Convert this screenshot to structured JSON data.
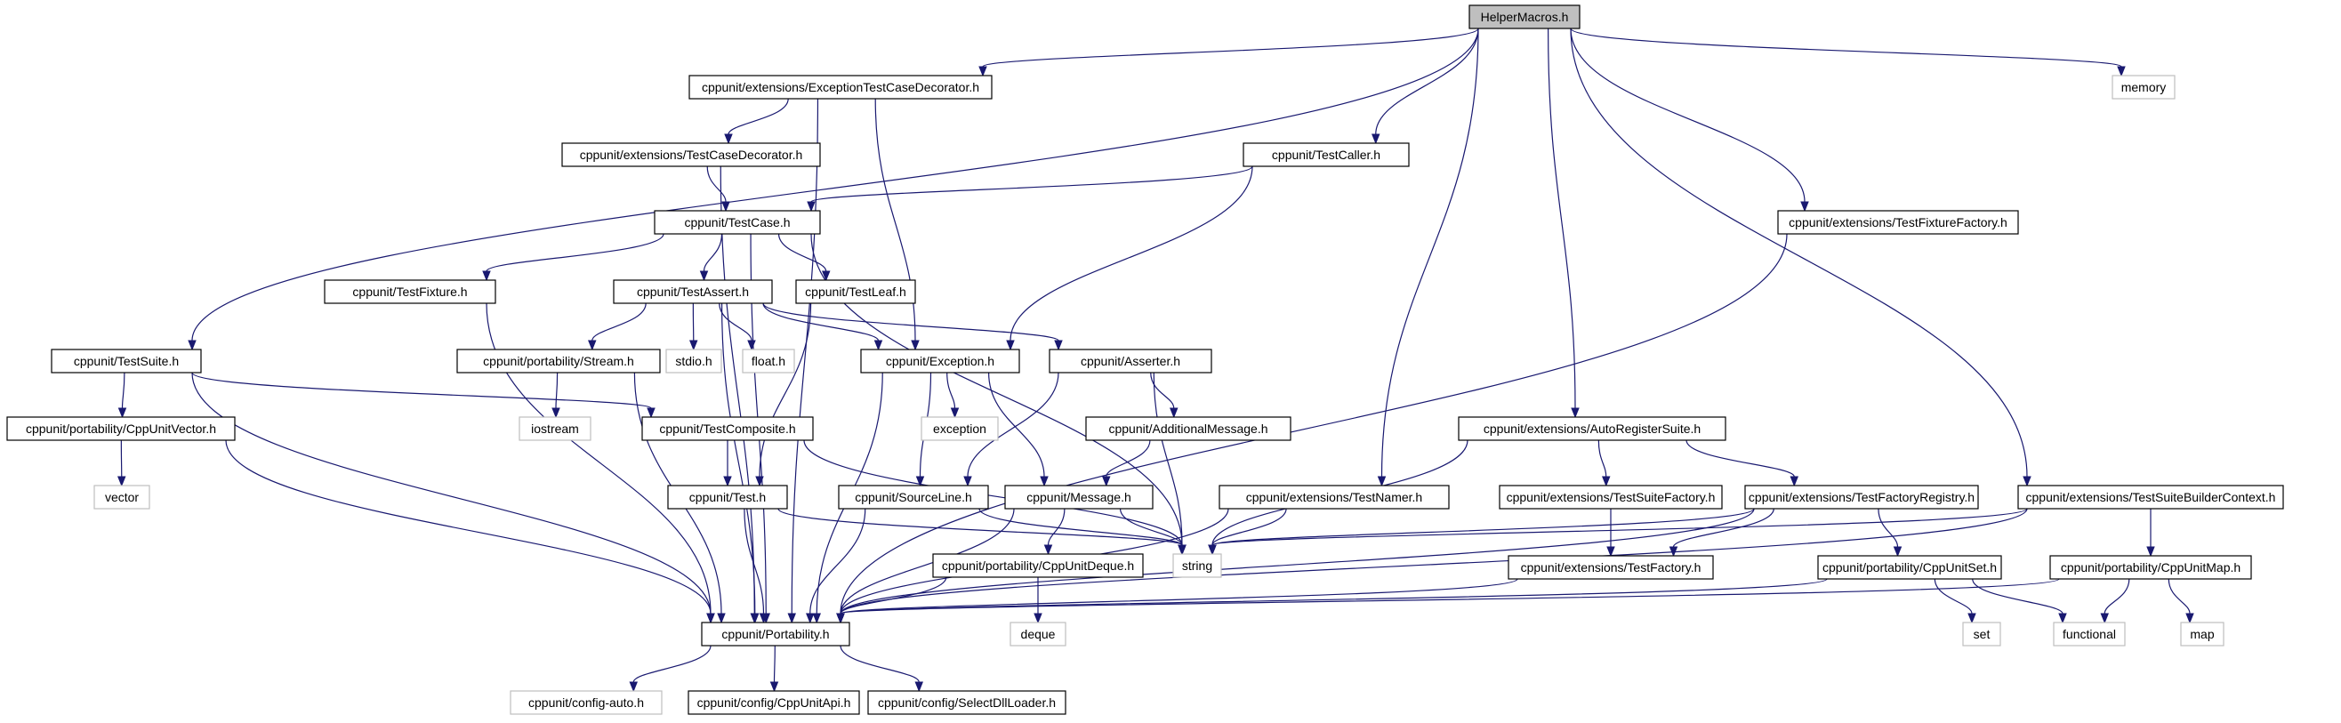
{
  "graph": {
    "colors": {
      "edge": "#191970",
      "node_border": "#000000",
      "external_border": "#bfbfbf",
      "root_fill": "#bfbfbf"
    },
    "nodes": [
      {
        "id": "n0",
        "label": "HelperMacros.h",
        "kind": "root"
      },
      {
        "id": "n1",
        "label": "cppunit/extensions/ExceptionTestCaseDecorator.h"
      },
      {
        "id": "n2",
        "label": "memory",
        "kind": "external"
      },
      {
        "id": "n3",
        "label": "cppunit/extensions/TestCaseDecorator.h"
      },
      {
        "id": "n4",
        "label": "cppunit/TestCaller.h"
      },
      {
        "id": "n5",
        "label": "cppunit/TestCase.h"
      },
      {
        "id": "n6",
        "label": "cppunit/extensions/TestFixtureFactory.h"
      },
      {
        "id": "n7",
        "label": "cppunit/TestFixture.h"
      },
      {
        "id": "n8",
        "label": "cppunit/TestAssert.h"
      },
      {
        "id": "n9",
        "label": "cppunit/TestLeaf.h"
      },
      {
        "id": "n10",
        "label": "cppunit/TestSuite.h"
      },
      {
        "id": "n11",
        "label": "cppunit/portability/Stream.h"
      },
      {
        "id": "n12",
        "label": "stdio.h",
        "kind": "external"
      },
      {
        "id": "n13",
        "label": "float.h",
        "kind": "external"
      },
      {
        "id": "n14",
        "label": "cppunit/Exception.h"
      },
      {
        "id": "n15",
        "label": "cppunit/Asserter.h"
      },
      {
        "id": "n16",
        "label": "cppunit/portability/CppUnitVector.h"
      },
      {
        "id": "n17",
        "label": "iostream",
        "kind": "external"
      },
      {
        "id": "n18",
        "label": "cppunit/TestComposite.h"
      },
      {
        "id": "n19",
        "label": "exception",
        "kind": "external"
      },
      {
        "id": "n20",
        "label": "cppunit/AdditionalMessage.h"
      },
      {
        "id": "n21",
        "label": "cppunit/extensions/AutoRegisterSuite.h"
      },
      {
        "id": "n22",
        "label": "vector",
        "kind": "external"
      },
      {
        "id": "n23",
        "label": "cppunit/Test.h"
      },
      {
        "id": "n24",
        "label": "cppunit/SourceLine.h"
      },
      {
        "id": "n25",
        "label": "cppunit/Message.h"
      },
      {
        "id": "n26",
        "label": "cppunit/extensions/TestNamer.h"
      },
      {
        "id": "n27",
        "label": "cppunit/extensions/TestSuiteFactory.h"
      },
      {
        "id": "n28",
        "label": "cppunit/extensions/TestFactoryRegistry.h"
      },
      {
        "id": "n29",
        "label": "cppunit/extensions/TestSuiteBuilderContext.h"
      },
      {
        "id": "n30",
        "label": "string",
        "kind": "external"
      },
      {
        "id": "n31",
        "label": "cppunit/portability/CppUnitDeque.h"
      },
      {
        "id": "n32",
        "label": "cppunit/extensions/TestFactory.h"
      },
      {
        "id": "n33",
        "label": "cppunit/portability/CppUnitSet.h"
      },
      {
        "id": "n34",
        "label": "cppunit/portability/CppUnitMap.h"
      },
      {
        "id": "n35",
        "label": "cppunit/Portability.h"
      },
      {
        "id": "n36",
        "label": "deque",
        "kind": "external"
      },
      {
        "id": "n37",
        "label": "set",
        "kind": "external"
      },
      {
        "id": "n38",
        "label": "functional",
        "kind": "external"
      },
      {
        "id": "n39",
        "label": "map",
        "kind": "external"
      },
      {
        "id": "n40",
        "label": "cppunit/config-auto.h",
        "kind": "external"
      },
      {
        "id": "n41",
        "label": "cppunit/config/CppUnitApi.h"
      },
      {
        "id": "n42",
        "label": "cppunit/config/SelectDllLoader.h"
      }
    ],
    "edges": [
      [
        "n0",
        "n1"
      ],
      [
        "n0",
        "n2"
      ],
      [
        "n0",
        "n4"
      ],
      [
        "n0",
        "n6"
      ],
      [
        "n0",
        "n10"
      ],
      [
        "n0",
        "n21"
      ],
      [
        "n0",
        "n26"
      ],
      [
        "n0",
        "n29"
      ],
      [
        "n1",
        "n3"
      ],
      [
        "n1",
        "n14"
      ],
      [
        "n1",
        "n35"
      ],
      [
        "n3",
        "n5"
      ],
      [
        "n3",
        "n35"
      ],
      [
        "n4",
        "n5"
      ],
      [
        "n4",
        "n14"
      ],
      [
        "n5",
        "n7"
      ],
      [
        "n5",
        "n8"
      ],
      [
        "n5",
        "n9"
      ],
      [
        "n5",
        "n30"
      ],
      [
        "n5",
        "n35"
      ],
      [
        "n6",
        "n35"
      ],
      [
        "n7",
        "n35"
      ],
      [
        "n8",
        "n11"
      ],
      [
        "n8",
        "n12"
      ],
      [
        "n8",
        "n13"
      ],
      [
        "n8",
        "n14"
      ],
      [
        "n8",
        "n15"
      ],
      [
        "n8",
        "n35"
      ],
      [
        "n9",
        "n23"
      ],
      [
        "n10",
        "n16"
      ],
      [
        "n10",
        "n18"
      ],
      [
        "n10",
        "n35"
      ],
      [
        "n11",
        "n17"
      ],
      [
        "n11",
        "n35"
      ],
      [
        "n14",
        "n19"
      ],
      [
        "n14",
        "n24"
      ],
      [
        "n14",
        "n25"
      ],
      [
        "n14",
        "n35"
      ],
      [
        "n15",
        "n20"
      ],
      [
        "n15",
        "n24"
      ],
      [
        "n15",
        "n30"
      ],
      [
        "n16",
        "n22"
      ],
      [
        "n16",
        "n35"
      ],
      [
        "n18",
        "n23"
      ],
      [
        "n18",
        "n30"
      ],
      [
        "n20",
        "n25"
      ],
      [
        "n21",
        "n27"
      ],
      [
        "n21",
        "n28"
      ],
      [
        "n21",
        "n30"
      ],
      [
        "n23",
        "n35"
      ],
      [
        "n23",
        "n30"
      ],
      [
        "n24",
        "n30"
      ],
      [
        "n24",
        "n35"
      ],
      [
        "n25",
        "n30"
      ],
      [
        "n25",
        "n31"
      ],
      [
        "n25",
        "n35"
      ],
      [
        "n26",
        "n30"
      ],
      [
        "n26",
        "n35"
      ],
      [
        "n27",
        "n32"
      ],
      [
        "n28",
        "n30"
      ],
      [
        "n28",
        "n32"
      ],
      [
        "n28",
        "n33"
      ],
      [
        "n28",
        "n35"
      ],
      [
        "n29",
        "n30"
      ],
      [
        "n29",
        "n34"
      ],
      [
        "n29",
        "n35"
      ],
      [
        "n31",
        "n36"
      ],
      [
        "n31",
        "n35"
      ],
      [
        "n32",
        "n35"
      ],
      [
        "n33",
        "n37"
      ],
      [
        "n33",
        "n38"
      ],
      [
        "n33",
        "n35"
      ],
      [
        "n34",
        "n38"
      ],
      [
        "n34",
        "n39"
      ],
      [
        "n34",
        "n35"
      ],
      [
        "n35",
        "n40"
      ],
      [
        "n35",
        "n41"
      ],
      [
        "n35",
        "n42"
      ]
    ]
  }
}
